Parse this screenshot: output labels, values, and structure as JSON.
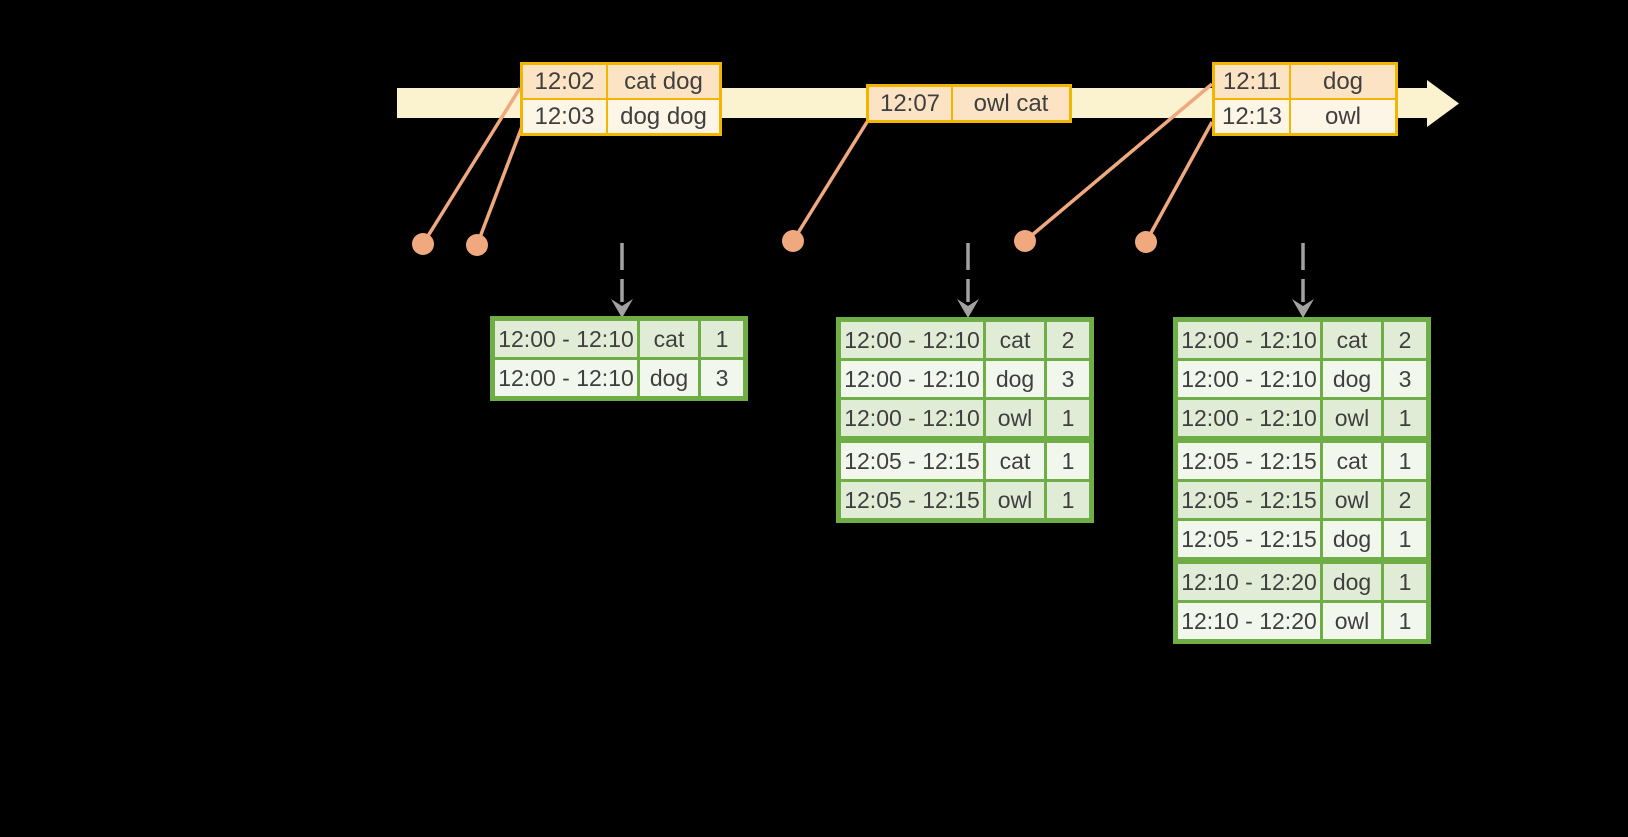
{
  "colors": {
    "background": "#000000",
    "timeline_band": "#FBF2CF",
    "event_border": "#F2B600",
    "event_row_dark": "#FBE3C4",
    "event_row_light": "#FDF6E6",
    "connector": "#F0A87E",
    "result_border": "#6FAD47",
    "result_row_dark": "#E1ECD6",
    "result_row_light": "#F2F7EE",
    "trigger_arrow": "#A2A2A2",
    "text": "#3F3F3F"
  },
  "icons": {
    "timeline_arrow": "right-arrow",
    "trigger_arrow": "dashed-down-arrow"
  },
  "event_tables": [
    {
      "rows": [
        {
          "time": "12:02",
          "words": "cat dog"
        },
        {
          "time": "12:03",
          "words": "dog dog"
        }
      ]
    },
    {
      "rows": [
        {
          "time": "12:07",
          "words": "owl cat"
        }
      ]
    },
    {
      "rows": [
        {
          "time": "12:11",
          "words": "dog"
        },
        {
          "time": "12:13",
          "words": "owl"
        }
      ]
    }
  ],
  "result_tables": [
    {
      "rows": [
        {
          "window": "12:00 - 12:10",
          "word": "cat",
          "count": "1"
        },
        {
          "window": "12:00 - 12:10",
          "word": "dog",
          "count": "3"
        }
      ]
    },
    {
      "rows": [
        {
          "window": "12:00 - 12:10",
          "word": "cat",
          "count": "2"
        },
        {
          "window": "12:00 - 12:10",
          "word": "dog",
          "count": "3"
        },
        {
          "window": "12:00 - 12:10",
          "word": "owl",
          "count": "1"
        },
        {
          "window": "12:05 - 12:15",
          "word": "cat",
          "count": "1",
          "group_start": true
        },
        {
          "window": "12:05 - 12:15",
          "word": "owl",
          "count": "1"
        }
      ]
    },
    {
      "rows": [
        {
          "window": "12:00 - 12:10",
          "word": "cat",
          "count": "2"
        },
        {
          "window": "12:00 - 12:10",
          "word": "dog",
          "count": "3"
        },
        {
          "window": "12:00 - 12:10",
          "word": "owl",
          "count": "1"
        },
        {
          "window": "12:05 - 12:15",
          "word": "cat",
          "count": "1",
          "group_start": true
        },
        {
          "window": "12:05 - 12:15",
          "word": "owl",
          "count": "2"
        },
        {
          "window": "12:05 - 12:15",
          "word": "dog",
          "count": "1"
        },
        {
          "window": "12:10 - 12:20",
          "word": "dog",
          "count": "1",
          "group_start": true
        },
        {
          "window": "12:10 - 12:20",
          "word": "owl",
          "count": "1"
        }
      ]
    }
  ]
}
